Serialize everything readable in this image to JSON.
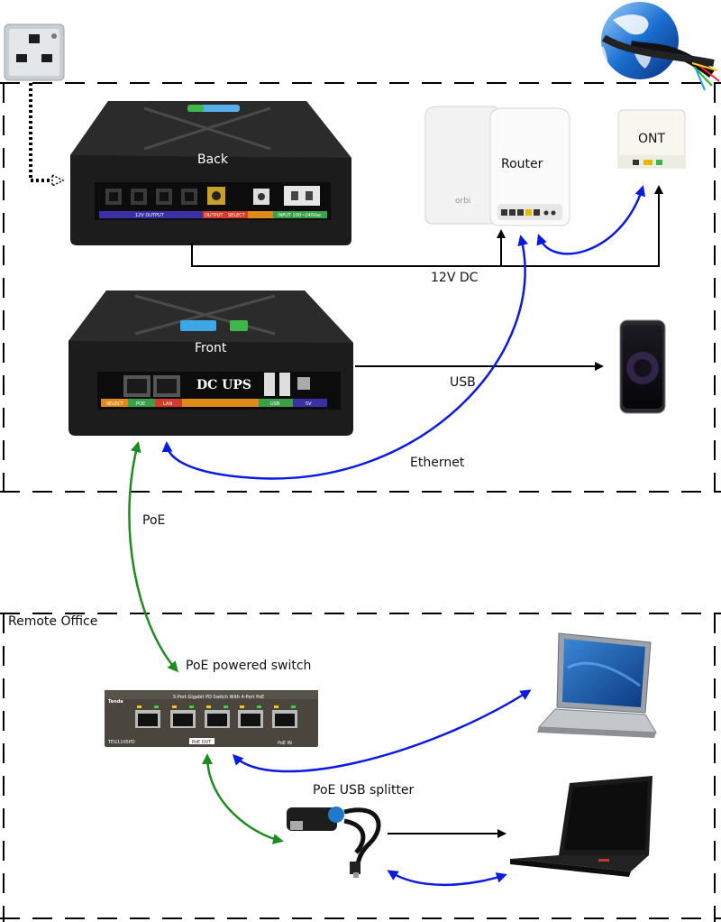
{
  "labels": {
    "back": "Back",
    "front": "Front",
    "router": "Router",
    "ont": "ONT",
    "dc": "12V DC",
    "usb": "USB",
    "ethernet": "Ethernet",
    "poe": "PoE",
    "remote_office": "Remote Office",
    "poe_switch": "PoE powered switch",
    "poe_splitter": "PoE USB splitter"
  },
  "device_text": {
    "dc_ups": "DC UPS",
    "back_12v_output": "12V OUTPUT",
    "back_output": "OUTPUT",
    "back_select": "SELECT",
    "back_input": "INPUT 100~240Vac",
    "front_select": "SELECT",
    "front_poe": "POE",
    "front_lan": "LAN",
    "front_usb": "USB",
    "front_5v": "5V",
    "router_brand": "orbi",
    "switch_brand": "Tenda",
    "switch_desc": "5-Port Gigabit PD Switch With 4-Port PoE",
    "switch_model": "TEG1105PD",
    "switch_poe_out": "PoE OUT",
    "switch_poe_in": "PoE IN"
  },
  "colors": {
    "power_line": "#000000",
    "ethernet_line": "#0a1adf",
    "poe_line": "#1f8a1f",
    "dashed_border": "#000000"
  }
}
